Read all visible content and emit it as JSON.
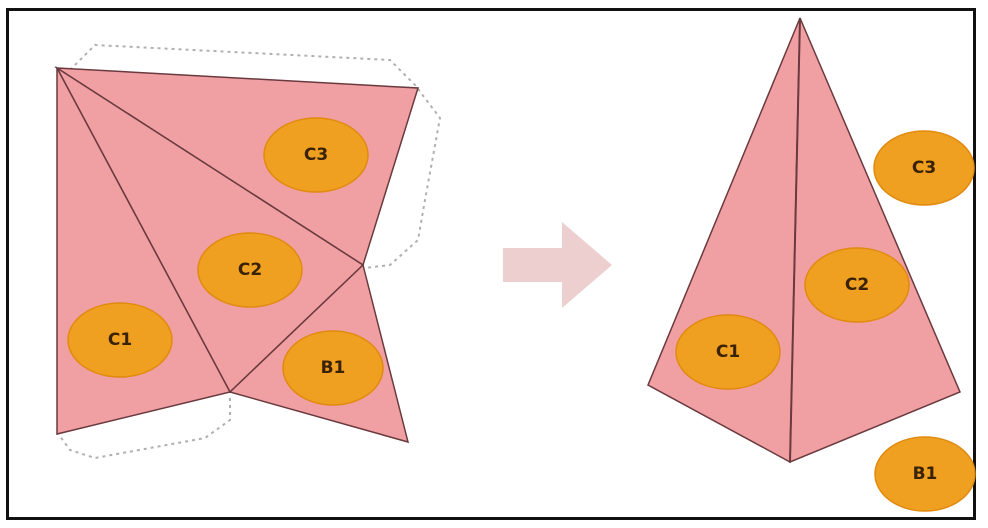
{
  "colors": {
    "face": "#f0a0a3",
    "edge": "#6a3a3e",
    "circle": "#f0a020",
    "circle_edge": "#e08a10",
    "dotted": "#b0b0b0",
    "arrow": "#edcfcf"
  },
  "net_labels": {
    "c3": "C3",
    "c2": "C2",
    "c1": "C1",
    "b1": "B1"
  },
  "pyramid_labels": {
    "c3": "C3",
    "c2": "C2",
    "c1": "C1",
    "b1": "B1"
  }
}
